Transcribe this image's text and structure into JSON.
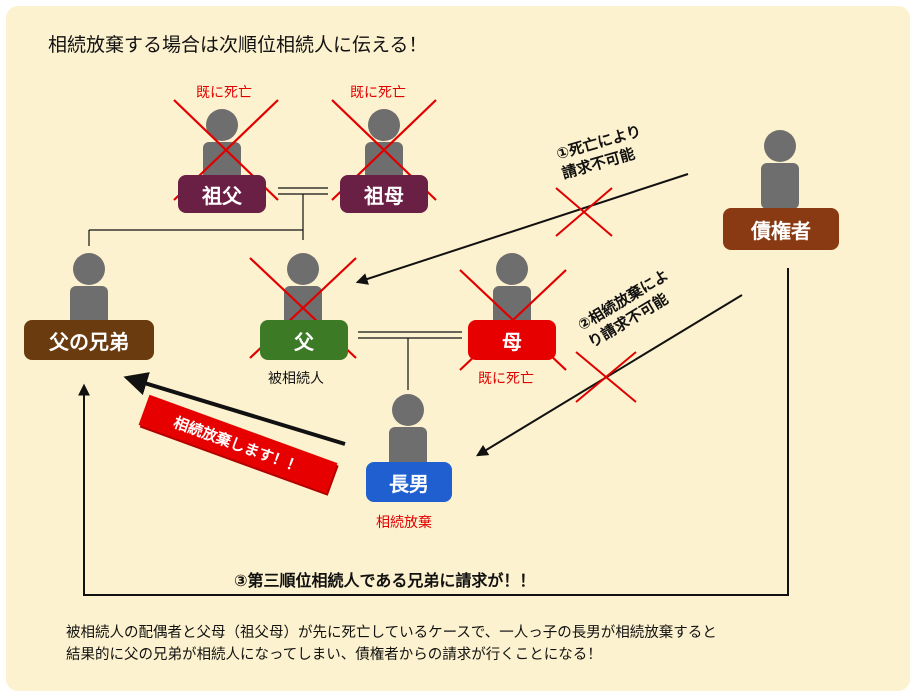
{
  "title": "相続放棄する場合は次順位相続人に伝える！",
  "people": {
    "grandfather": {
      "label": "祖父",
      "status": "既に死亡",
      "color": "#6a1f44"
    },
    "grandmother": {
      "label": "祖母",
      "status": "既に死亡",
      "color": "#6a1f44"
    },
    "uncle": {
      "label": "父の兄弟",
      "color": "#6b3b10"
    },
    "father": {
      "label": "父",
      "caption": "被相続人",
      "color": "#3c7a26"
    },
    "mother": {
      "label": "母",
      "status": "既に死亡",
      "color": "#e60000"
    },
    "son": {
      "label": "長男",
      "caption": "相続放棄",
      "color": "#1f5fd0"
    },
    "creditor": {
      "label": "債権者",
      "color": "#8a3a12"
    }
  },
  "arrows": {
    "first": [
      "①死亡により",
      "請求不可能"
    ],
    "second": [
      "②相続放棄によ",
      "り請求不可能"
    ],
    "third": "③第三順位相続人である兄弟に請求が！！"
  },
  "banner": "相続放棄します！！",
  "description": [
    "被相続人の配偶者と父母（祖父母）が先に死亡しているケースで、一人っ子の長男が相続放棄すると",
    "結果的に父の兄弟が相続人になってしまい、債権者からの請求が行くことになる！"
  ]
}
